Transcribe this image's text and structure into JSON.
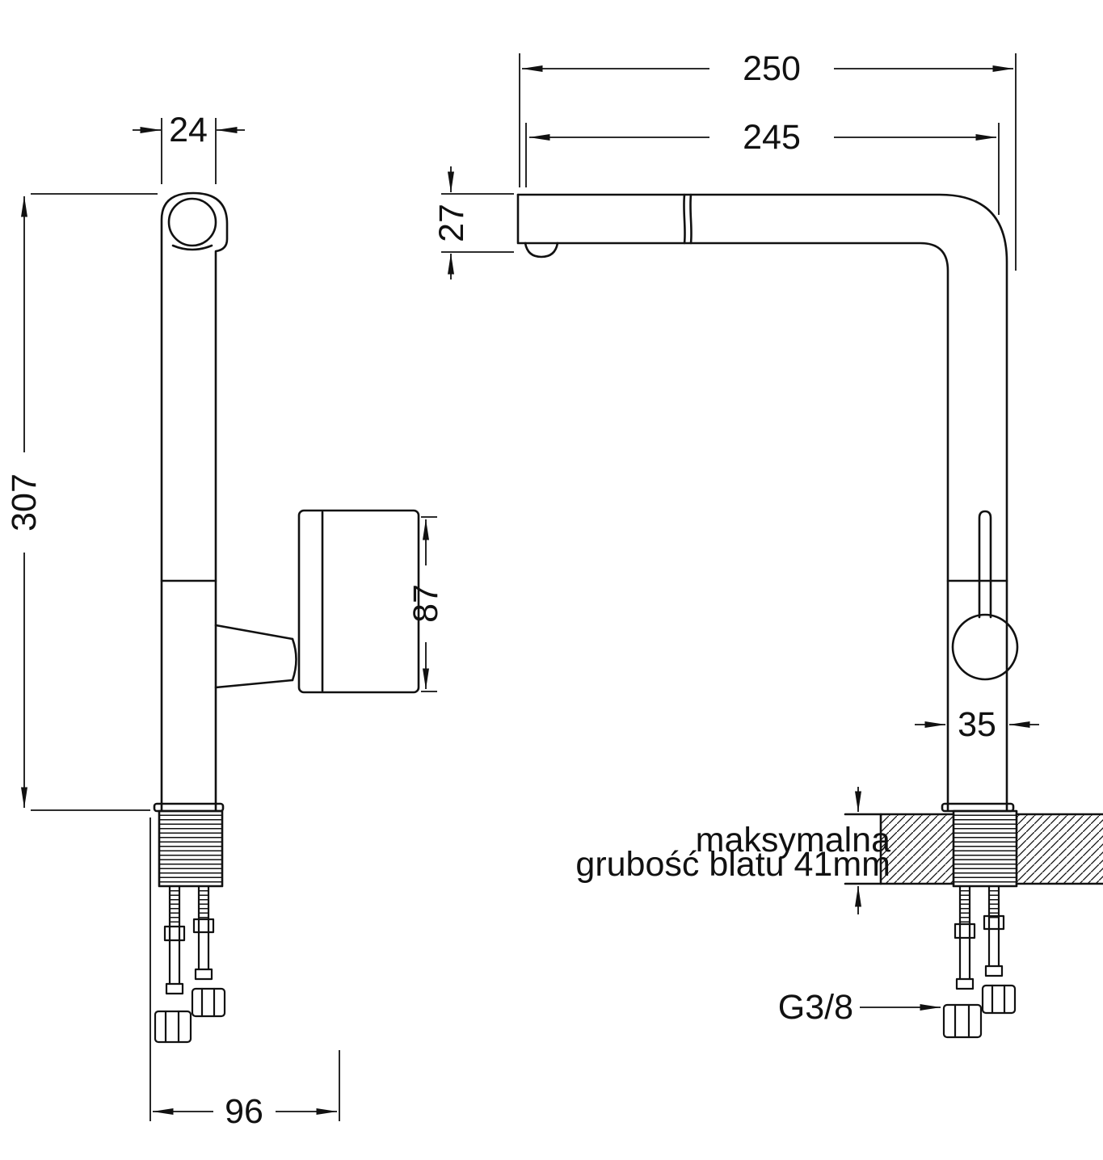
{
  "palette": {
    "ink": "#111111",
    "background": "#ffffff"
  },
  "views": {
    "side": {
      "dim_spout_pipe_width_mm": "24",
      "dim_total_height_mm": "307",
      "dim_handle_length_mm": "87",
      "dim_hose_offset_mm": "96"
    },
    "front": {
      "dim_overall_depth_mm": "250",
      "dim_spout_reach_mm": "245",
      "dim_spout_end_height_mm": "27",
      "dim_body_diameter_mm": "35",
      "countertop_note_line1": "maksymalna",
      "countertop_note_line2": "grubość blatu 41mm",
      "connection_thread_label": "G3/8"
    }
  }
}
